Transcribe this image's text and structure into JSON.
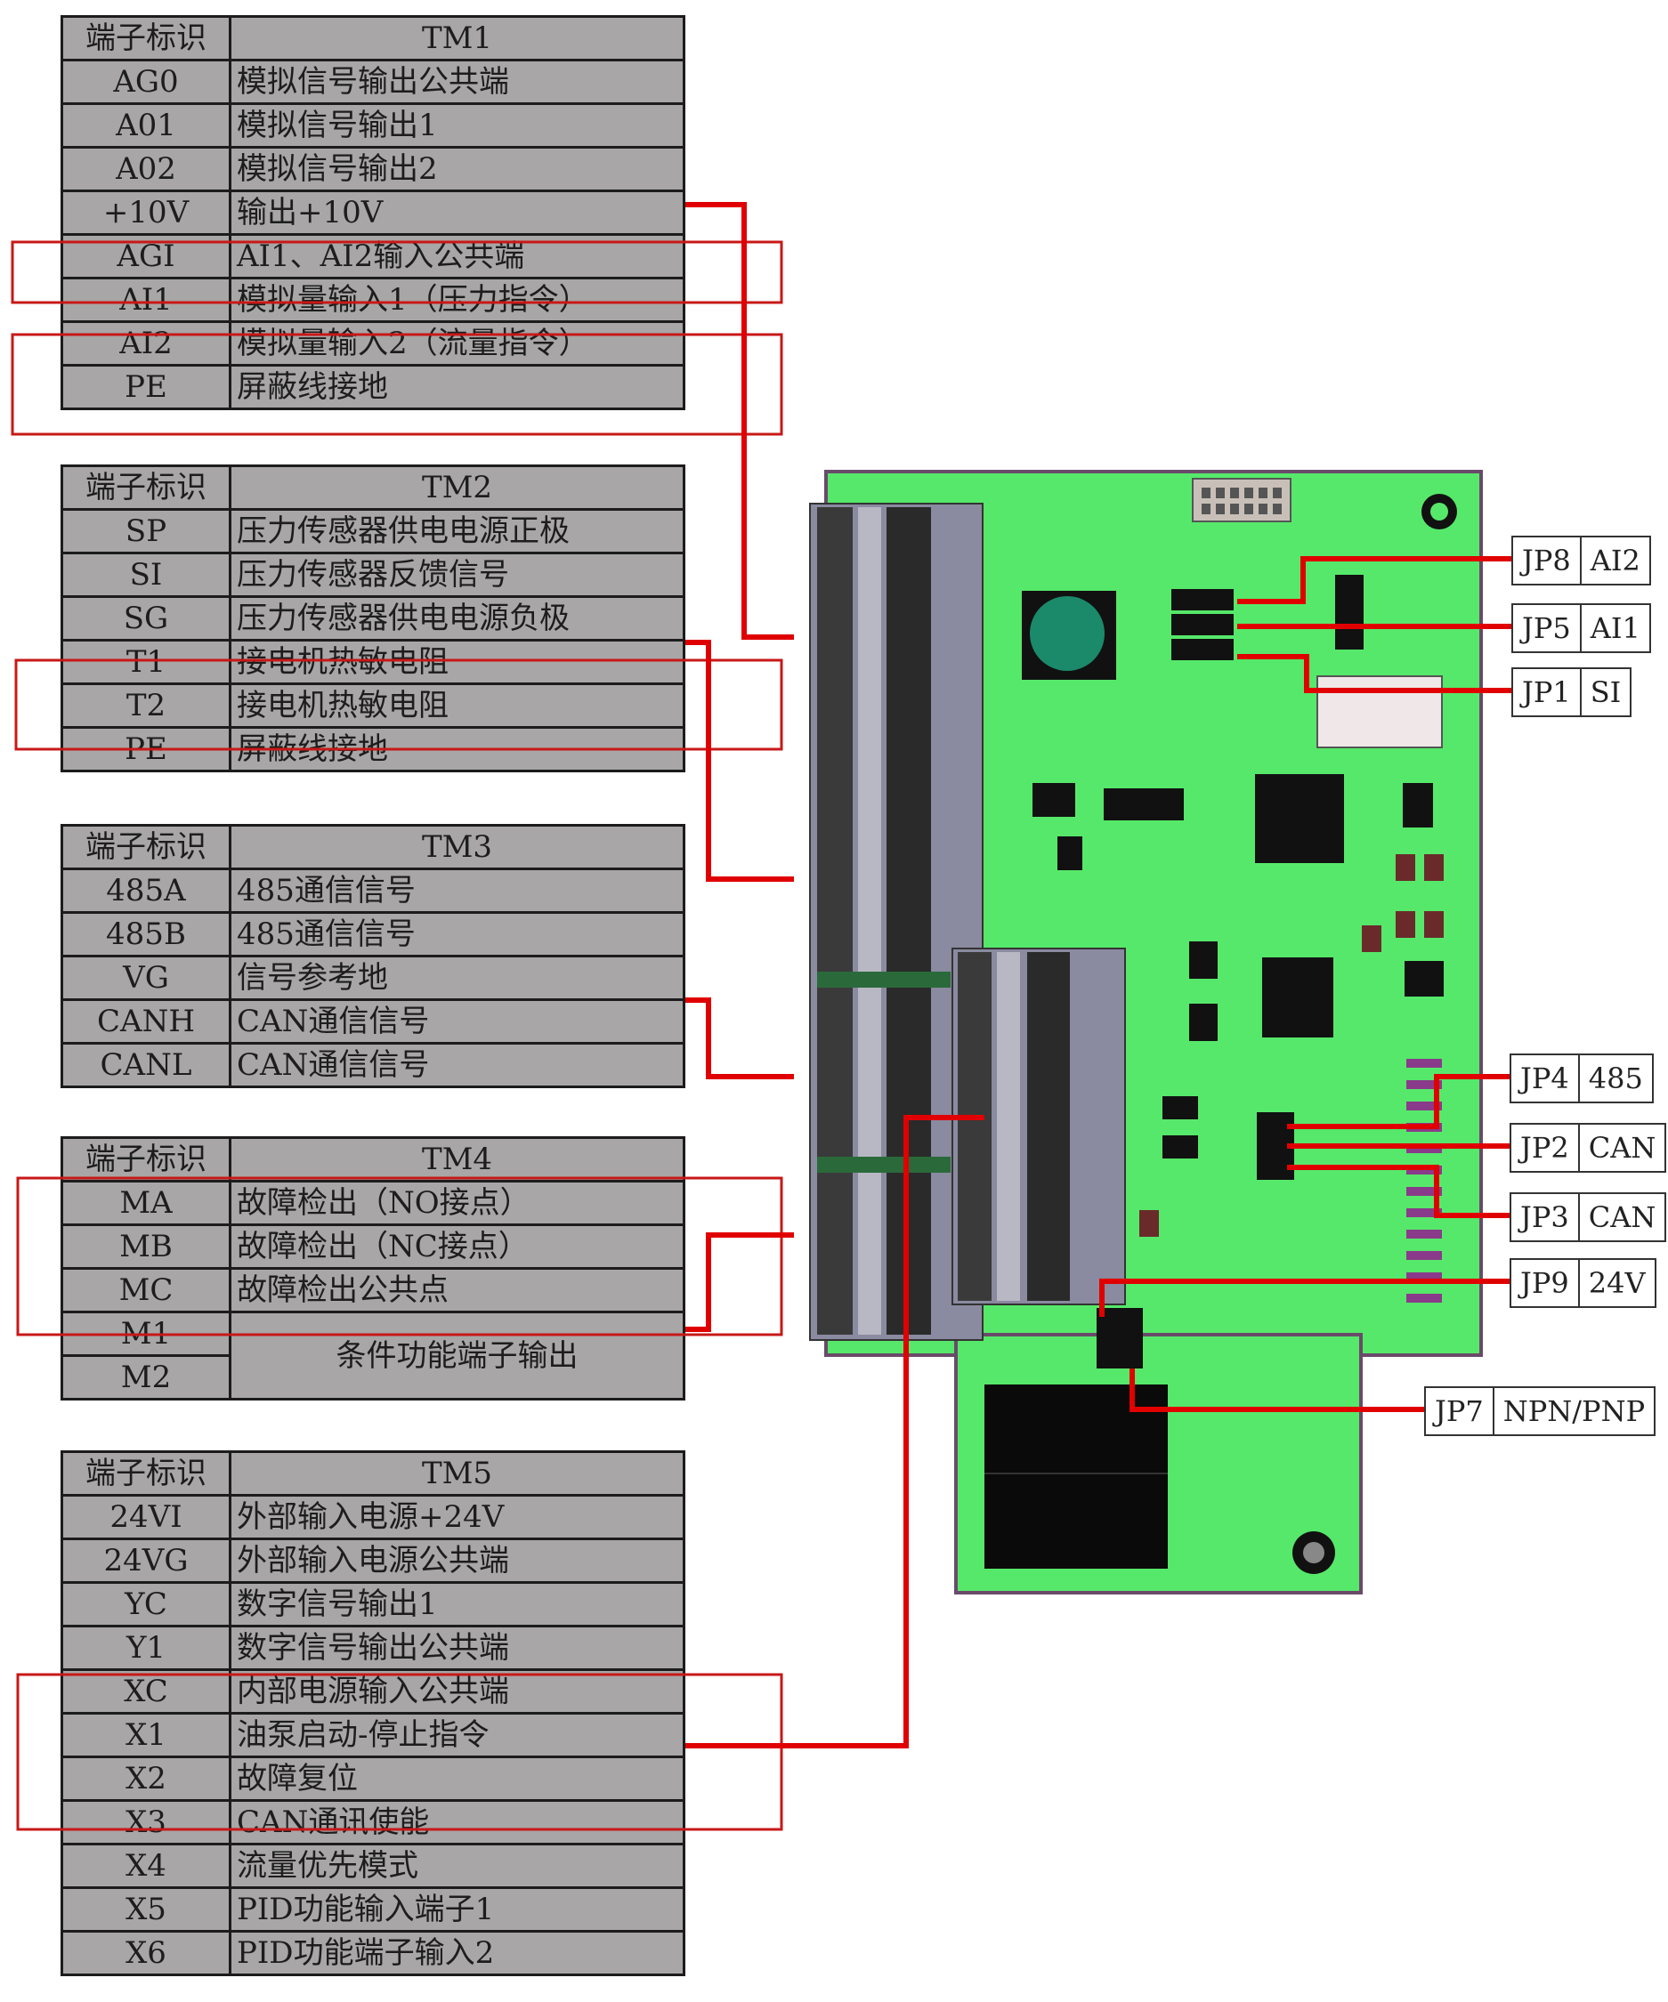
{
  "tm1": {
    "header": {
      "code": "端子标识",
      "name": "TM1"
    },
    "rows": [
      {
        "code": "AG0",
        "desc": "模拟信号输出公共端"
      },
      {
        "code": "A01",
        "desc": "模拟信号输出1"
      },
      {
        "code": "A02",
        "desc": "模拟信号输出2"
      },
      {
        "code": "+10V",
        "desc": "输出+10V"
      },
      {
        "code": "AGI",
        "desc": "AI1、AI2输入公共端"
      },
      {
        "code": "AI1",
        "desc": "模拟量输入1（压力指令）"
      },
      {
        "code": "AI2",
        "desc": "模拟量输入2（流量指令）"
      },
      {
        "code": "PE",
        "desc": "屏蔽线接地"
      }
    ]
  },
  "tm2": {
    "header": {
      "code": "端子标识",
      "name": "TM2"
    },
    "rows": [
      {
        "code": "SP",
        "desc": "压力传感器供电电源正极"
      },
      {
        "code": "SI",
        "desc": "压力传感器反馈信号"
      },
      {
        "code": "SG",
        "desc": "压力传感器供电电源负极"
      },
      {
        "code": "T1",
        "desc": "接电机热敏电阻"
      },
      {
        "code": "T2",
        "desc": "接电机热敏电阻"
      },
      {
        "code": "PE",
        "desc": "屏蔽线接地"
      }
    ]
  },
  "tm3": {
    "header": {
      "code": "端子标识",
      "name": "TM3"
    },
    "rows": [
      {
        "code": "485A",
        "desc": "485通信信号"
      },
      {
        "code": "485B",
        "desc": "485通信信号"
      },
      {
        "code": "VG",
        "desc": "信号参考地"
      },
      {
        "code": "CANH",
        "desc": "CAN通信信号"
      },
      {
        "code": "CANL",
        "desc": "CAN通信信号"
      }
    ]
  },
  "tm4": {
    "header": {
      "code": "端子标识",
      "name": "TM4"
    },
    "rows": [
      {
        "code": "MA",
        "desc": "故障检出（NO接点）"
      },
      {
        "code": "MB",
        "desc": "故障检出（NC接点）"
      },
      {
        "code": "MC",
        "desc": "故障检出公共点"
      }
    ],
    "merged_codes": [
      "M1",
      "M2"
    ],
    "merged_desc": "条件功能端子输出"
  },
  "tm5": {
    "header": {
      "code": "端子标识",
      "name": "TM5"
    },
    "rows": [
      {
        "code": "24VI",
        "desc": "外部输入电源+24V"
      },
      {
        "code": "24VG",
        "desc": "外部输入电源公共端"
      },
      {
        "code": "YC",
        "desc": "数字信号输出1"
      },
      {
        "code": "Y1",
        "desc": "数字信号输出公共端"
      },
      {
        "code": "XC",
        "desc": "内部电源输入公共端"
      },
      {
        "code": "X1",
        "desc": "油泵启动-停止指令"
      },
      {
        "code": "X2",
        "desc": "故障复位"
      },
      {
        "code": "X3",
        "desc": "CAN通讯使能"
      },
      {
        "code": "X4",
        "desc": "流量优先模式"
      },
      {
        "code": "X5",
        "desc": "PID功能输入端子1"
      },
      {
        "code": "X6",
        "desc": "PID功能端子输入2"
      }
    ]
  },
  "jumpers": [
    {
      "id": "JP8",
      "label": "AI2"
    },
    {
      "id": "JP5",
      "label": "AI1"
    },
    {
      "id": "JP1",
      "label": "SI"
    },
    {
      "id": "JP4",
      "label": "485"
    },
    {
      "id": "JP2",
      "label": "CAN"
    },
    {
      "id": "JP3",
      "label": "CAN"
    },
    {
      "id": "JP9",
      "label": "24V"
    },
    {
      "id": "JP7",
      "label": "NPN/PNP"
    }
  ],
  "colors": {
    "table_cell": "#a8a6a6",
    "board": "#56e86a",
    "connector_line": "#e00000",
    "highlight_box": "#c81818",
    "terminal_block": "#8a8aa0"
  }
}
